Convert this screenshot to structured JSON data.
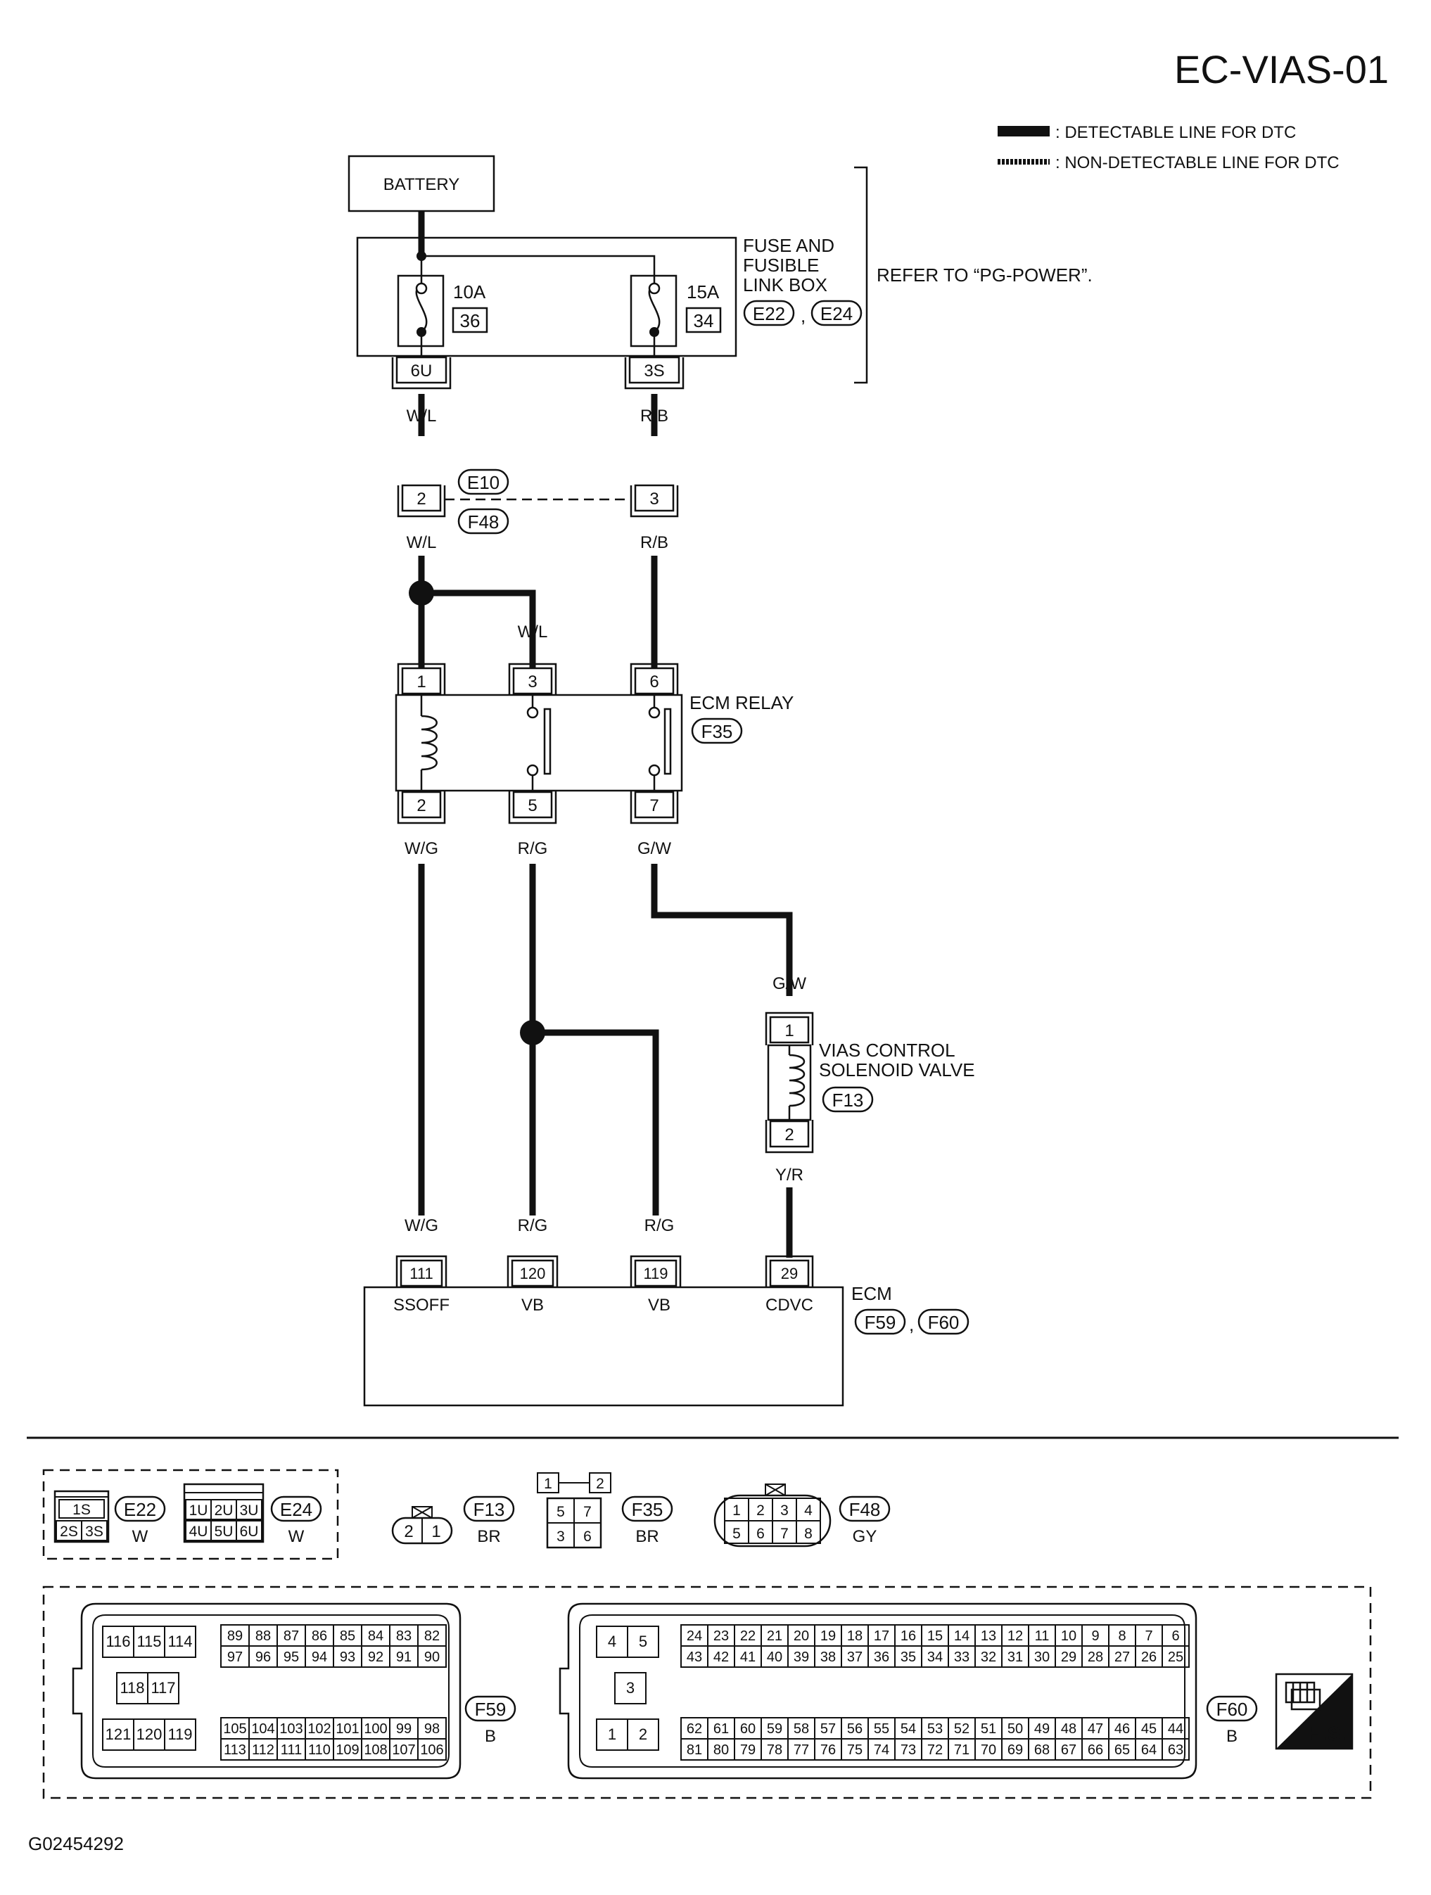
{
  "header": {
    "title": "EC-VIAS-01",
    "legend": [
      {
        "label": ": DETECTABLE LINE FOR DTC"
      },
      {
        "label": ": NON-DETECTABLE LINE FOR DTC"
      }
    ]
  },
  "battery": {
    "label": "BATTERY"
  },
  "fuse_box": {
    "label_lines": [
      "FUSE AND",
      "FUSIBLE",
      "LINK BOX"
    ],
    "connectors": [
      "E22",
      "E24"
    ],
    "sep": ",",
    "refer": "REFER TO “PG-POWER”.",
    "fuses": [
      {
        "amp": "10A",
        "num": "36",
        "terminal": "6U"
      },
      {
        "amp": "15A",
        "num": "34",
        "terminal": "3S"
      }
    ]
  },
  "wires": {
    "wl": "W/L",
    "rb": "R/B",
    "wg": "W/G",
    "rg": "R/G",
    "gw": "G/W",
    "yr": "Y/R"
  },
  "joint_connector": {
    "pins": [
      "2",
      "3"
    ],
    "labels": [
      "E10",
      "F48"
    ]
  },
  "ecm_relay": {
    "label": "ECM RELAY",
    "connector": "F35",
    "top_pins": [
      "1",
      "3",
      "6"
    ],
    "bottom_pins": [
      "2",
      "5",
      "7"
    ]
  },
  "vias_valve": {
    "label_lines": [
      "VIAS CONTROL",
      "SOLENOID VALVE"
    ],
    "connector": "F13",
    "pins": [
      "1",
      "2"
    ]
  },
  "ecm": {
    "label": "ECM",
    "connectors": [
      "F59",
      "F60"
    ],
    "sep": ",",
    "terminals": [
      {
        "pin": "111",
        "name": "SSOFF"
      },
      {
        "pin": "120",
        "name": "VB"
      },
      {
        "pin": "119",
        "name": "VB"
      },
      {
        "pin": "29",
        "name": "CDVC"
      }
    ]
  },
  "connector_views": {
    "e22": {
      "id": "E22",
      "color": "W",
      "top": [
        "1S"
      ],
      "bottom": [
        "2S",
        "3S"
      ]
    },
    "e24": {
      "id": "E24",
      "color": "W",
      "top": [
        "1U",
        "2U",
        "3U"
      ],
      "bottom": [
        "4U",
        "5U",
        "6U"
      ]
    },
    "f13": {
      "id": "F13",
      "color": "BR",
      "pins": [
        "2",
        "1"
      ]
    },
    "f35": {
      "id": "F35",
      "color": "BR",
      "top": [
        "1",
        "2"
      ],
      "mid": [
        "5",
        "7"
      ],
      "bottom": [
        "3",
        "6"
      ]
    },
    "f48": {
      "id": "F48",
      "color": "GY",
      "top": [
        "1",
        "2",
        "3",
        "4"
      ],
      "bottom": [
        "5",
        "6",
        "7",
        "8"
      ]
    },
    "f59": {
      "id": "F59",
      "color": "B",
      "left_top": [
        "116",
        "115",
        "114"
      ],
      "left_mid": [
        "118",
        "117"
      ],
      "left_bottom": [
        "121",
        "120",
        "119"
      ],
      "row1": [
        "89",
        "88",
        "87",
        "86",
        "85",
        "84",
        "83",
        "82"
      ],
      "row2": [
        "97",
        "96",
        "95",
        "94",
        "93",
        "92",
        "91",
        "90"
      ],
      "row3": [
        "105",
        "104",
        "103",
        "102",
        "101",
        "100",
        "99",
        "98"
      ],
      "row4": [
        "113",
        "112",
        "111",
        "110",
        "109",
        "108",
        "107",
        "106"
      ]
    },
    "f60": {
      "id": "F60",
      "color": "B",
      "left_top": [
        "4",
        "5"
      ],
      "left_mid": [
        "3"
      ],
      "left_bottom": [
        "1",
        "2"
      ],
      "row1": [
        "24",
        "23",
        "22",
        "21",
        "20",
        "19",
        "18",
        "17",
        "16",
        "15",
        "14",
        "13",
        "12",
        "11",
        "10",
        "9",
        "8",
        "7",
        "6"
      ],
      "row2": [
        "43",
        "42",
        "41",
        "40",
        "39",
        "38",
        "37",
        "36",
        "35",
        "34",
        "33",
        "32",
        "31",
        "30",
        "29",
        "28",
        "27",
        "26",
        "25"
      ],
      "row3": [
        "62",
        "61",
        "60",
        "59",
        "58",
        "57",
        "56",
        "55",
        "54",
        "53",
        "52",
        "51",
        "50",
        "49",
        "48",
        "47",
        "46",
        "45",
        "44"
      ],
      "row4": [
        "81",
        "80",
        "79",
        "78",
        "77",
        "76",
        "75",
        "74",
        "73",
        "72",
        "71",
        "70",
        "69",
        "68",
        "67",
        "66",
        "65",
        "64",
        "63"
      ]
    },
    "hs_badge": "H.S."
  },
  "footer": {
    "code": "G02454292"
  }
}
